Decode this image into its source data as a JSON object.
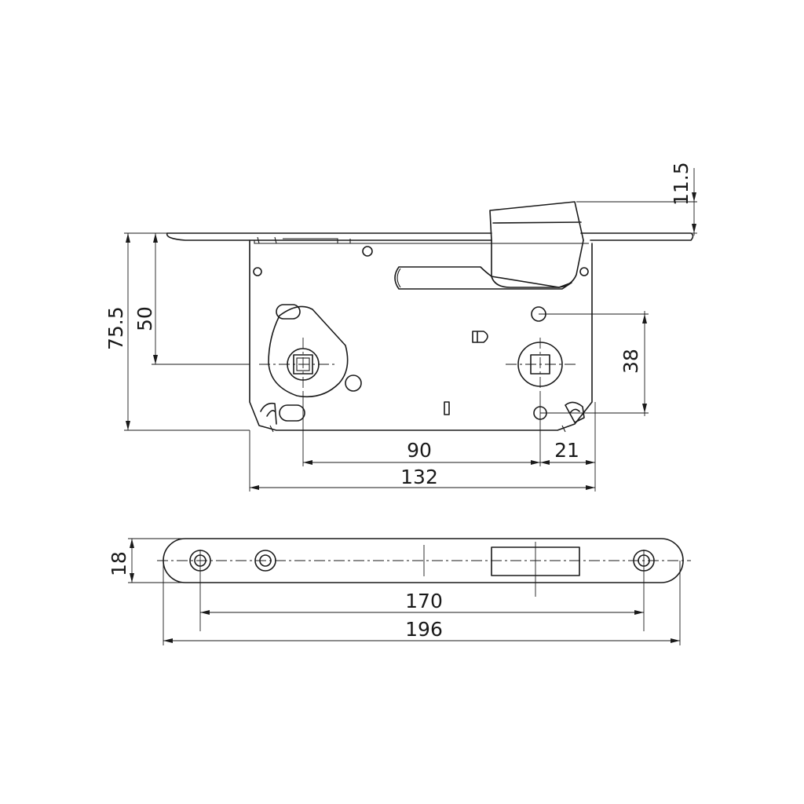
{
  "dimensions": {
    "height_overall": "75.5",
    "height_to_spindle": "50",
    "faceplate_thickness": "11.5",
    "spindle_spacing": "38",
    "backset_to_handle": "90",
    "handle_offset": "21",
    "body_width": "132",
    "faceplate_height": "18",
    "screw_spacing": "170",
    "faceplate_length": "196"
  }
}
